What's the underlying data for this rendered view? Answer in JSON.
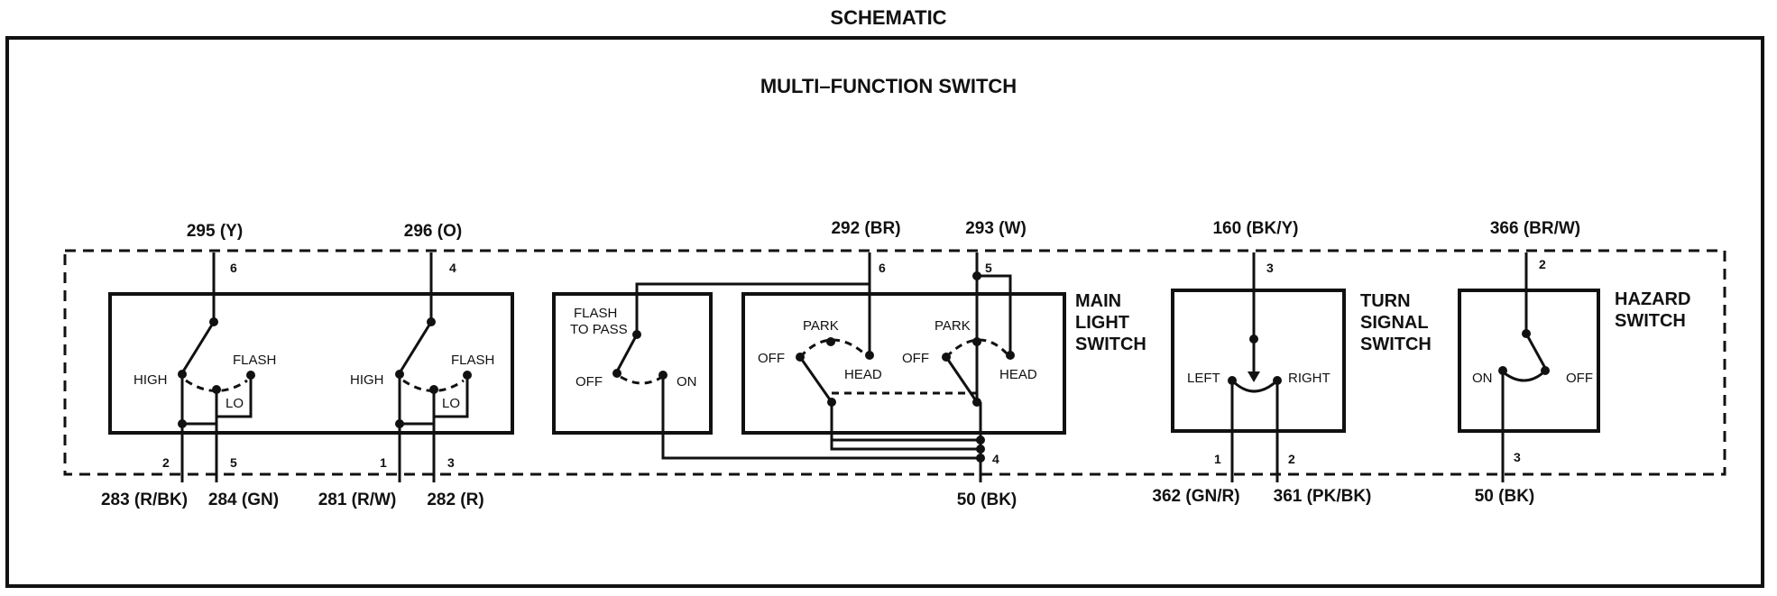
{
  "title": "SCHEMATIC",
  "subtitle": "MULTI–FUNCTION SWITCH",
  "wires_top": {
    "w295": "295 (Y)",
    "w296": "296 (O)",
    "w292": "292 (BR)",
    "w293": "293 (W)",
    "w160": "160 (BK/Y)",
    "w366": "366 (BR/W)"
  },
  "wires_bottom": {
    "w283": "283 (R/BK)",
    "w284": "284 (GN)",
    "w281": "281 (R/W)",
    "w282": "282 (R)",
    "w50a": "50 (BK)",
    "w362": "362 (GN/R)",
    "w361": "361 (PK/BK)",
    "w50b": "50 (BK)"
  },
  "pins": {
    "p6a": "6",
    "p2a": "2",
    "p5a": "5",
    "p4a": "4",
    "p1a": "1",
    "p3a": "3",
    "p6b": "6",
    "p5b": "5",
    "p4b": "4",
    "p3c": "3",
    "p1c": "1",
    "p2c": "2",
    "p2d": "2",
    "p3d": "3"
  },
  "dimmer_left": {
    "high": "HIGH",
    "flash": "FLASH",
    "lo": "LO"
  },
  "dimmer_right": {
    "high": "HIGH",
    "flash": "FLASH",
    "lo": "LO"
  },
  "flash_to_pass": {
    "label_line1": "FLASH",
    "label_line2": "TO PASS",
    "off": "OFF",
    "on": "ON"
  },
  "main_light": {
    "title_line1": "MAIN",
    "title_line2": "LIGHT",
    "title_line3": "SWITCH",
    "park1": "PARK",
    "off1": "OFF",
    "head1": "HEAD",
    "park2": "PARK",
    "off2": "OFF",
    "head2": "HEAD"
  },
  "turn_signal": {
    "title_line1": "TURN",
    "title_line2": "SIGNAL",
    "title_line3": "SWITCH",
    "left": "LEFT",
    "right": "RIGHT"
  },
  "hazard": {
    "title_line1": "HAZARD",
    "title_line2": "SWITCH",
    "on": "ON",
    "off": "OFF"
  }
}
